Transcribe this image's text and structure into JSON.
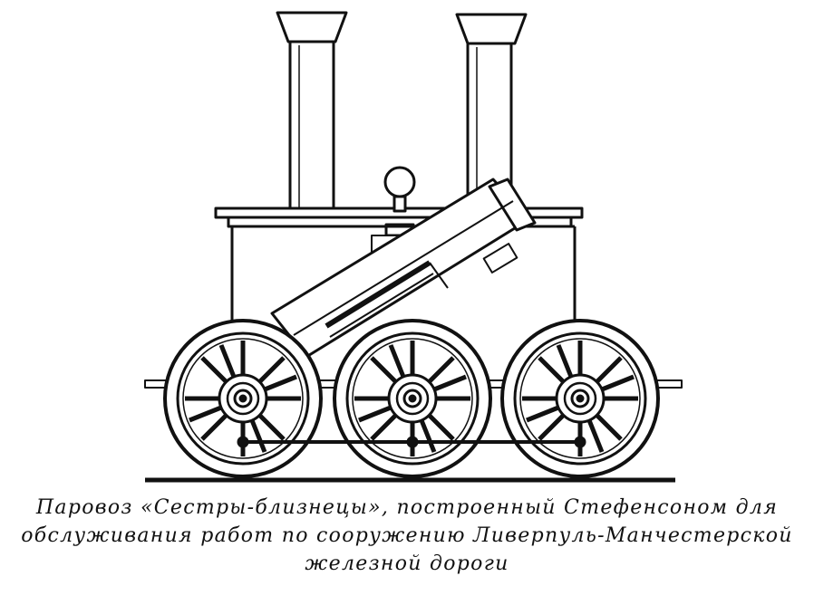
{
  "figure": {
    "subject": "locomotive-illustration",
    "ink_color": "#111111",
    "paper_color": "#ffffff"
  },
  "caption": {
    "line1": "Паровоз «Сестры-близнецы», построенный Стефенсоном для",
    "line2": "обслуживания работ по сооружению Ливерпуль-Манчестерской",
    "line3": "железной дороги"
  }
}
